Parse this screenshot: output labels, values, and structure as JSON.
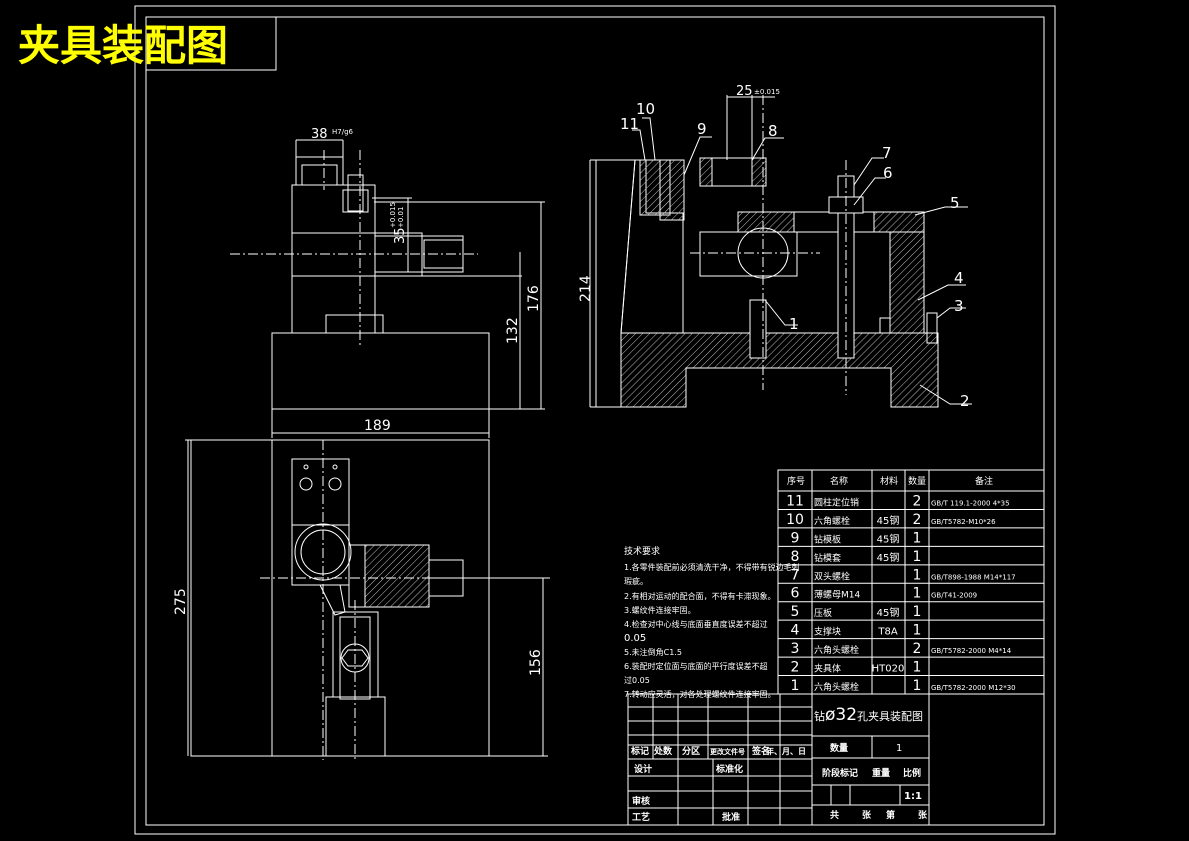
{
  "header": {
    "title": "夹具装配图"
  },
  "colors": {
    "background": "#000000",
    "line": "#ffffff",
    "title": "#ffff00",
    "hatch": "#c8c8c8"
  },
  "dimensions": {
    "d38": "38",
    "d38_fit": "H7/g6",
    "d35": "35",
    "d35_tol_upper": "+0.015",
    "d35_tol_lower": "+0.01",
    "d176": "176",
    "d132": "132",
    "d189": "189",
    "d25": "25",
    "d25_tol": "±0.015",
    "d214": "214",
    "d275": "275",
    "d156": "156"
  },
  "balloons": [
    "1",
    "2",
    "3",
    "4",
    "5",
    "6",
    "7",
    "8",
    "9",
    "10",
    "11"
  ],
  "tech_requirements": {
    "heading": "技术要求",
    "lines": [
      "1.各零件装配前必须清洗干净，不得带有锐边毛刺",
      "瑕疵。",
      "2.有相对运动的配合面，不得有卡滞现象。",
      "3.螺纹件连接牢固。",
      "4.检查对中心线与底面垂直度误差不超过",
      "0.05",
      "5.未注倒角C1.5",
      "6.装配时定位面与底面的平行度误差不超",
      "过0.05",
      "7.转动应灵活，对各处理螺纹件连接牢固。"
    ]
  },
  "bom": {
    "headers": [
      "序号",
      "名称",
      "材料",
      "数量",
      "备注"
    ],
    "rows": [
      {
        "no": "11",
        "name": "圆柱定位销",
        "material": "",
        "qty": "2",
        "note": "GB/T 119.1-2000 4*35"
      },
      {
        "no": "10",
        "name": "六角螺栓",
        "material": "45钢",
        "qty": "2",
        "note": "GB/T5782-M10*26"
      },
      {
        "no": "9",
        "name": "钻模板",
        "material": "45钢",
        "qty": "1",
        "note": ""
      },
      {
        "no": "8",
        "name": "钻模套",
        "material": "45钢",
        "qty": "1",
        "note": ""
      },
      {
        "no": "7",
        "name": "双头螺栓",
        "material": "",
        "qty": "1",
        "note": "GB/T898-1988 M14*117"
      },
      {
        "no": "6",
        "name": "薄螺母M14",
        "material": "",
        "qty": "1",
        "note": "GB/T41-2009"
      },
      {
        "no": "5",
        "name": "压板",
        "material": "45钢",
        "qty": "1",
        "note": ""
      },
      {
        "no": "4",
        "name": "支撑块",
        "material": "T8A",
        "qty": "1",
        "note": ""
      },
      {
        "no": "3",
        "name": "六角头螺栓",
        "material": "",
        "qty": "2",
        "note": "GB/T5782-2000 M4*14"
      },
      {
        "no": "2",
        "name": "夹具体",
        "material": "HT020",
        "qty": "1",
        "note": ""
      },
      {
        "no": "1",
        "name": "六角头螺栓",
        "material": "",
        "qty": "1",
        "note": "GB/T5782-2000 M12*30"
      }
    ]
  },
  "title_block": {
    "drawing_name_prefix": "钻",
    "drawing_name_main": "ø32",
    "drawing_name_suffix": "孔夹具装配图",
    "qty_label": "数量",
    "qty_value": "1",
    "row_change": [
      "标记",
      "处数",
      "分区",
      "更改文件号",
      "签名",
      "年、月、日"
    ],
    "design": "设计",
    "standardize": "标准化",
    "stage_label": "阶段标记",
    "weight_label": "重量",
    "scale_label": "比例",
    "scale_value": "1:1",
    "review": "审核",
    "process": "工艺",
    "approve": "批准",
    "sheet_total": "共",
    "sheet_unit1": "张",
    "sheet_no": "第",
    "sheet_unit2": "张"
  }
}
